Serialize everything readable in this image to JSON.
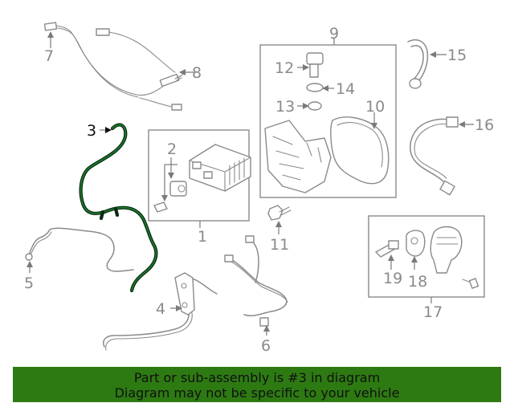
{
  "diagram": {
    "callouts": {
      "c1": "1",
      "c2": "2",
      "c3": "3",
      "c4": "4",
      "c5": "5",
      "c6": "6",
      "c7": "7",
      "c8": "8",
      "c9": "9",
      "c10": "10",
      "c11": "11",
      "c12": "12",
      "c13": "13",
      "c14": "14",
      "c15": "15",
      "c16": "16",
      "c17": "17",
      "c18": "18",
      "c19": "19"
    },
    "highlighted_part": "3",
    "colors": {
      "highlight": "#1a7a2c",
      "line_art": "#8a8a8a",
      "banner": "#2d7a12"
    }
  },
  "banner": {
    "line1": "Part or sub-assembly is #3 in diagram",
    "line2": "Diagram may not be specific to your vehicle"
  }
}
